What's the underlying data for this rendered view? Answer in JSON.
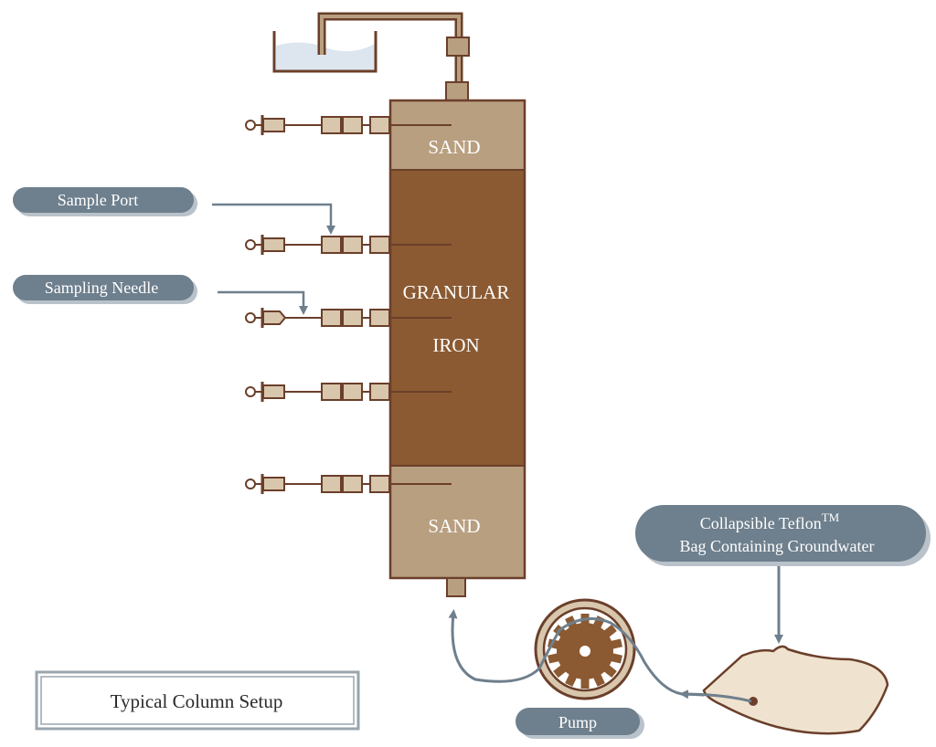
{
  "labels": {
    "sample_port": "Sample Port",
    "sampling_needle": "Sampling Needle",
    "bag_line1_prefix": "Collapsible Teflon",
    "bag_line1_tm": "TM",
    "bag_line2": "Bag Containing Groundwater",
    "pump": "Pump",
    "caption": "Typical Column Setup"
  },
  "column": {
    "top_layer": "SAND",
    "middle_layer_line1": "GRANULAR",
    "middle_layer_line2": "IRON",
    "bottom_layer": "SAND"
  },
  "colors": {
    "sand": "#b89f80",
    "iron": "#8b5a32",
    "outline": "#6b3f2a",
    "fitting": "#d8c6ad",
    "pill": "#6e7f8d",
    "pill_shadow": "#b9c2ca",
    "arrow": "#6e7f8d",
    "reservoir_water": "#dde6ef",
    "bag": "#efe3cf"
  }
}
